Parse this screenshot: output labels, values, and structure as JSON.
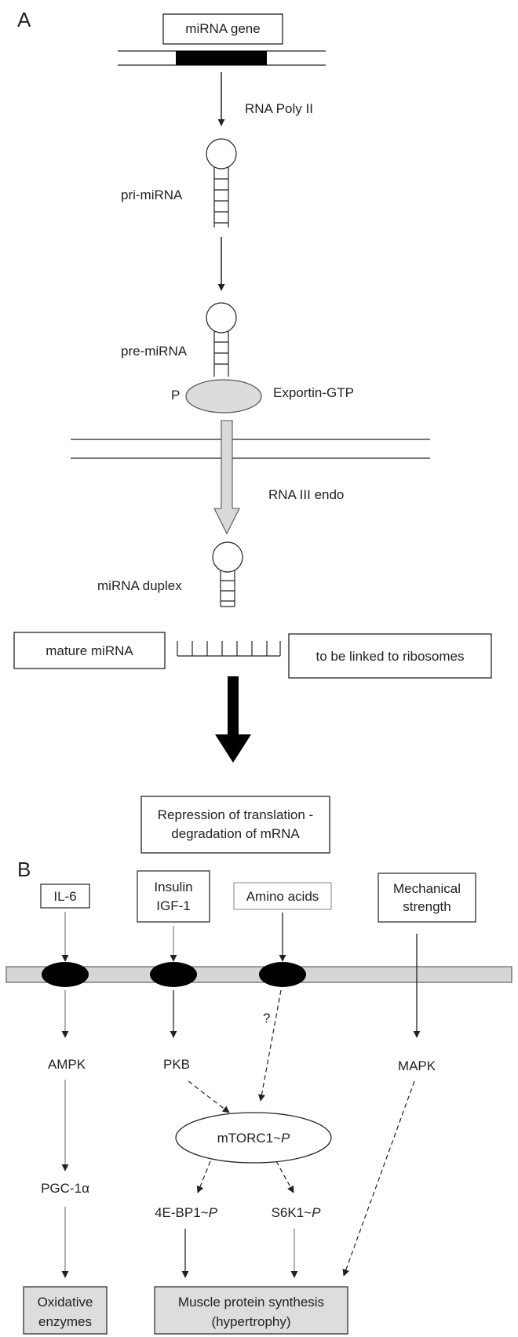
{
  "panel_a": {
    "panel_label": "A",
    "gene_label": "miRNA gene",
    "polymerase_label": "RNA Poly II",
    "pri_label": "pri-miRNA",
    "pre_label": "pre-miRNA",
    "phosphate_label": "P",
    "exportin_label": "Exportin-GTP",
    "endo_label": "RNA III endo",
    "duplex_label": "miRNA duplex",
    "mature_label": "mature miRNA",
    "ribosome_label": "to be linked to ribosomes",
    "repression_line1": "Repression of translation -",
    "repression_line2": "degradation of mRNA"
  },
  "panel_b": {
    "panel_label": "B",
    "il6": "IL-6",
    "insulin_line1": "Insulin",
    "insulin_line2": "IGF-1",
    "amino": "Amino acids",
    "mech_line1": "Mechanical",
    "mech_line2": "strength",
    "unknown_mark": "?",
    "ampk": "AMPK",
    "pkb": "PKB",
    "mapk": "MAPK",
    "mtorc1": "mTORC1~",
    "p_mark": "P",
    "pgc_prefix": "PGC-1",
    "pgc_alpha": "α",
    "bp1": "4E-BP1~",
    "s6k1": "S6K1~",
    "oxidative_line1": "Oxidative",
    "oxidative_line2": "enzymes",
    "synthesis_line1": "Muscle protein synthesis",
    "synthesis_line2": "(hypertrophy)"
  },
  "colors": {
    "line": "#222222",
    "gray_arrow": "#d9d9d9",
    "gray_box": "#dddddd",
    "membrane": "#d6d6d6",
    "light_line": "#8c8c8c"
  }
}
